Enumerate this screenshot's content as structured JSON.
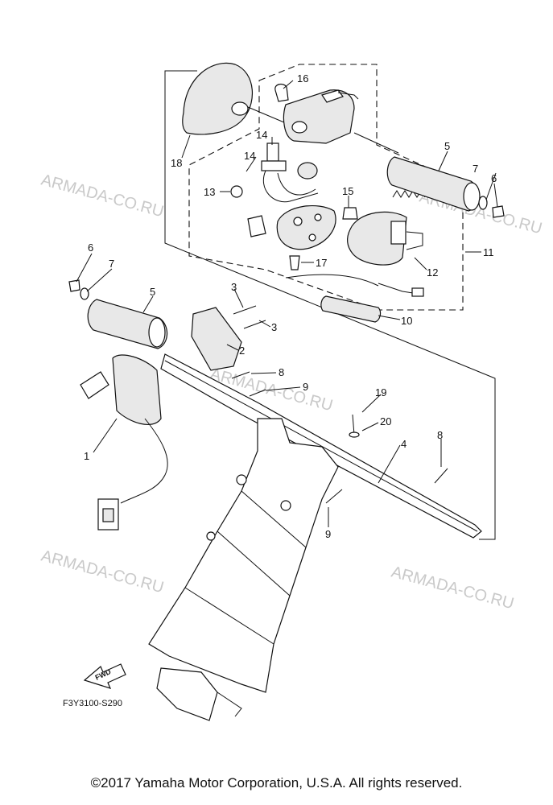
{
  "diagram": {
    "part_numbers": [
      "16",
      "14",
      "14",
      "13",
      "18",
      "15",
      "5",
      "7",
      "6",
      "11",
      "17",
      "12",
      "10",
      "6",
      "7",
      "5",
      "3",
      "3",
      "2",
      "8",
      "9",
      "1",
      "19",
      "20",
      "4",
      "8",
      "9"
    ],
    "watermarks": [
      "ARMADA-CO.RU",
      "ARMADA-CO.RU",
      "ARMADA-CO.RU",
      "ARMADA-CO.RU",
      "ARMADA-CO.RU"
    ],
    "fwd_label": "FWD",
    "drawing_code": "F3Y3100-S290"
  },
  "footer": {
    "copyright": "©2017 Yamaha Motor Corporation, U.S.A. All rights reserved."
  }
}
